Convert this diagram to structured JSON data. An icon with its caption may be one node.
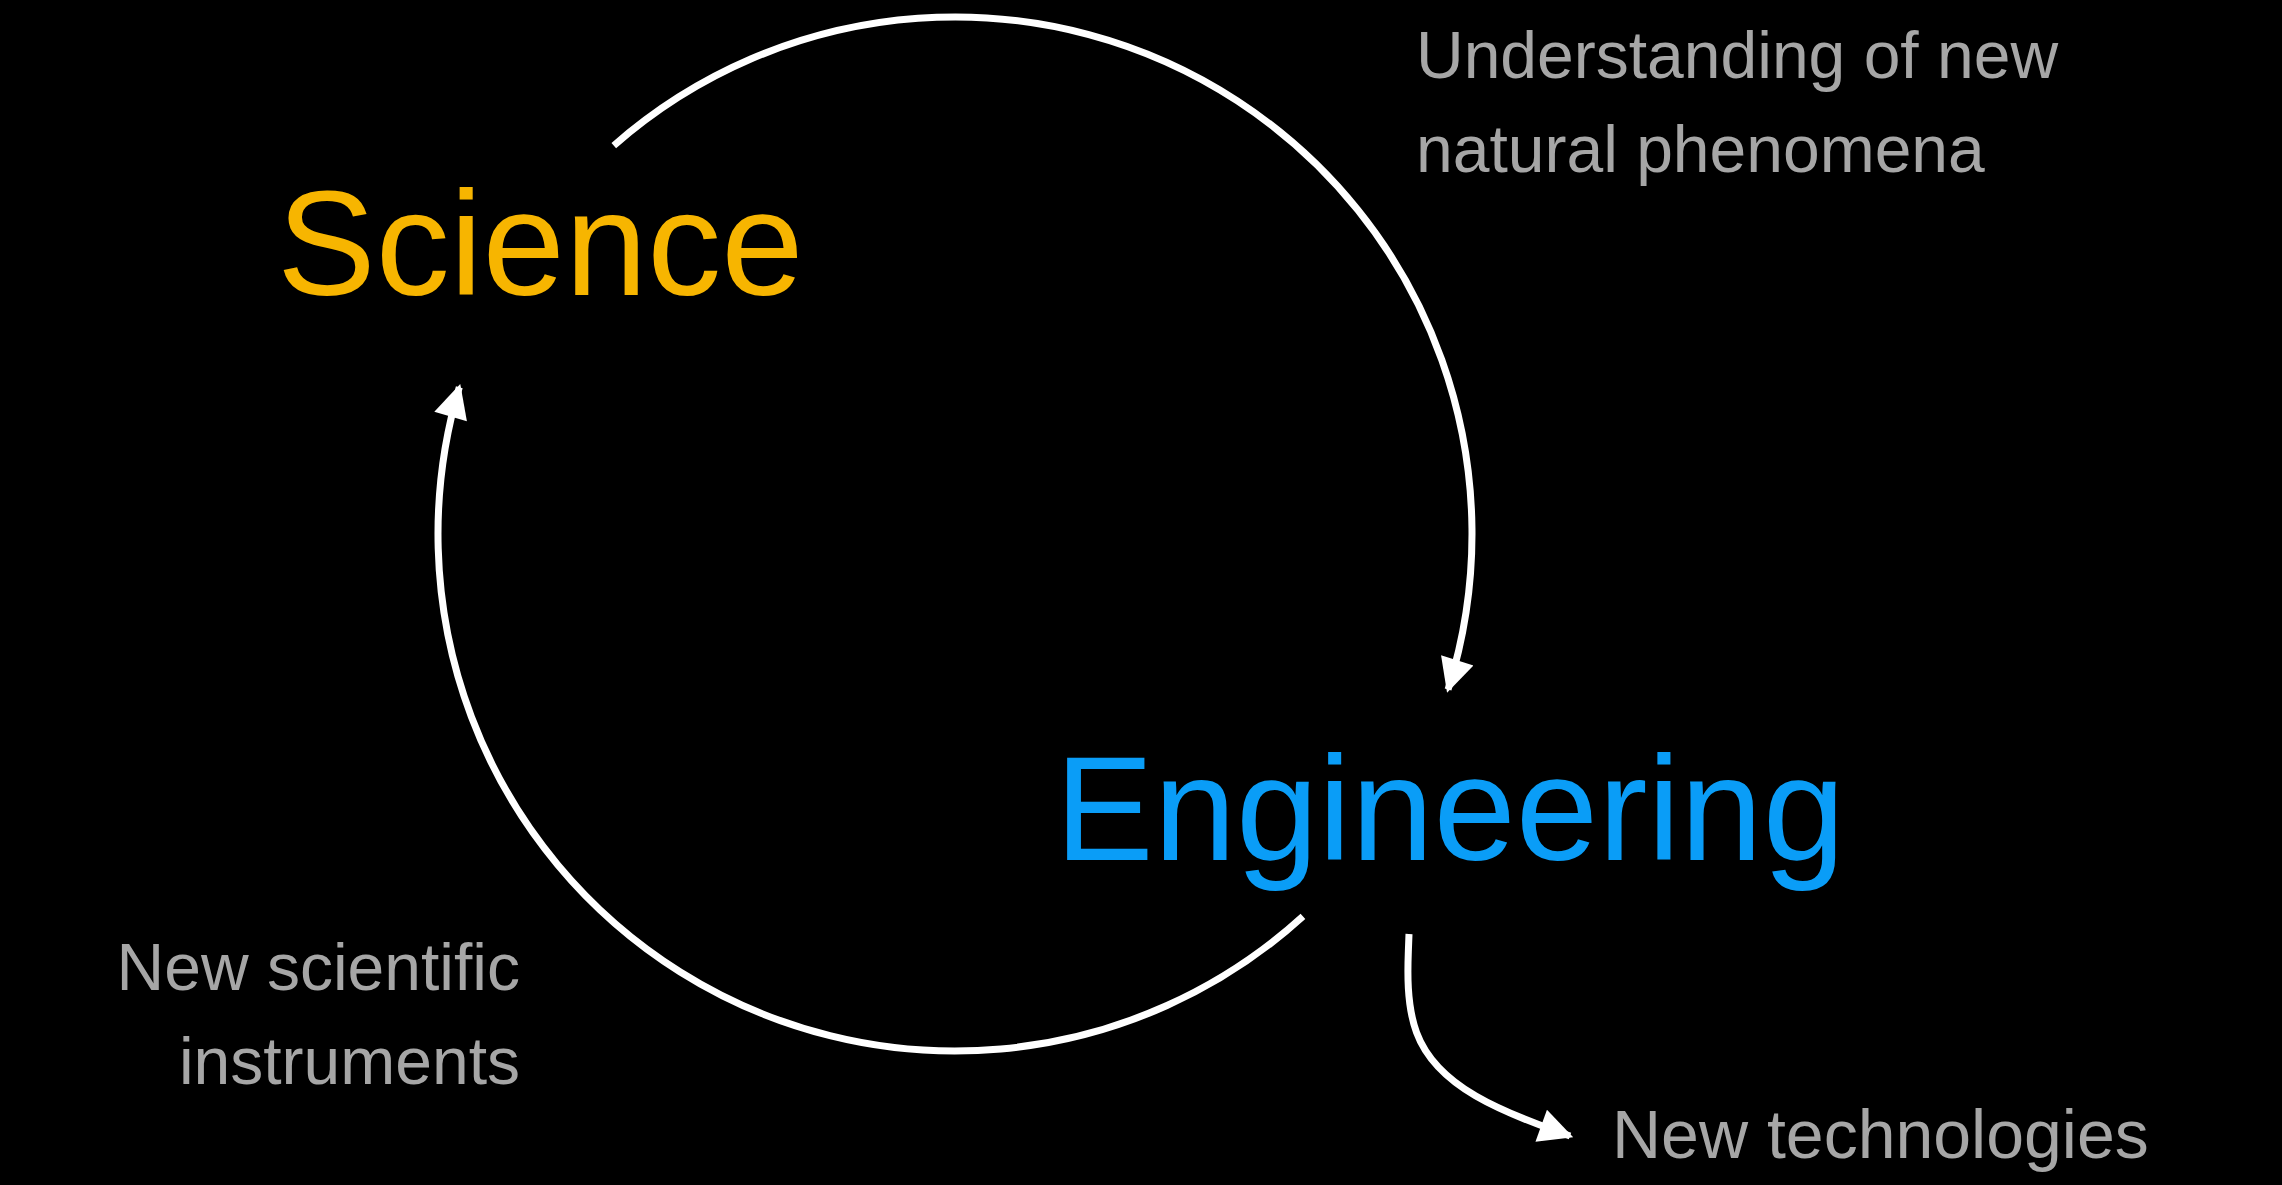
{
  "diagram": {
    "nodes": [
      {
        "text": [
          "Science"
        ]
      },
      {
        "text": [
          "Engineering"
        ]
      },
      {
        "text": [
          "New technologies"
        ]
      }
    ],
    "edges": [
      {
        "from": 0,
        "to": 1,
        "arrow": "to"
      },
      {
        "from": 1,
        "to": 0,
        "arrow": "to"
      },
      {
        "from": 1,
        "to": 2,
        "arrow": "to"
      }
    ],
    "labels": [
      "Understanding of new natural phenomena",
      "New scientific instruments"
    ]
  }
}
